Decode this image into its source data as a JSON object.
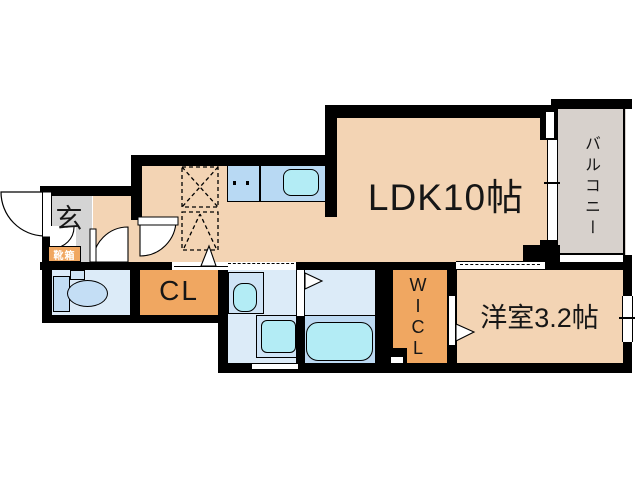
{
  "rooms": {
    "ldk": {
      "label": "LDK10帖"
    },
    "balcony": {
      "label": "バルコニー"
    },
    "entrance": {
      "label": "玄"
    },
    "shoe_box": {
      "label": "靴箱"
    },
    "closet": {
      "label": "CL"
    },
    "walk_in_closet": {
      "label": "W\nI\nC\nL"
    },
    "western_room": {
      "label": "洋室3.2帖"
    }
  },
  "fixtures": [
    "kitchen-counter",
    "stove-burners",
    "kitchen-sink",
    "refrigerator-space",
    "toilet",
    "washbasin",
    "washing-machine-pan",
    "bathtub",
    "door-swing-arc",
    "sliding-door",
    "window"
  ],
  "colors": {
    "background": "#ffffff",
    "wall": "#000000",
    "room_floor": "#f3d4b4",
    "closet_fill": "#f0a761",
    "wet_room_fill": "#dcebf8",
    "counter_blue": "#b8d9f3",
    "fixture_blue": "#c2ddf3",
    "fixture_cyan": "#b3ecf5",
    "balcony_gray": "#d7d1cc",
    "entrance_gray": "#d4d4d4",
    "label_color": "#161616"
  }
}
